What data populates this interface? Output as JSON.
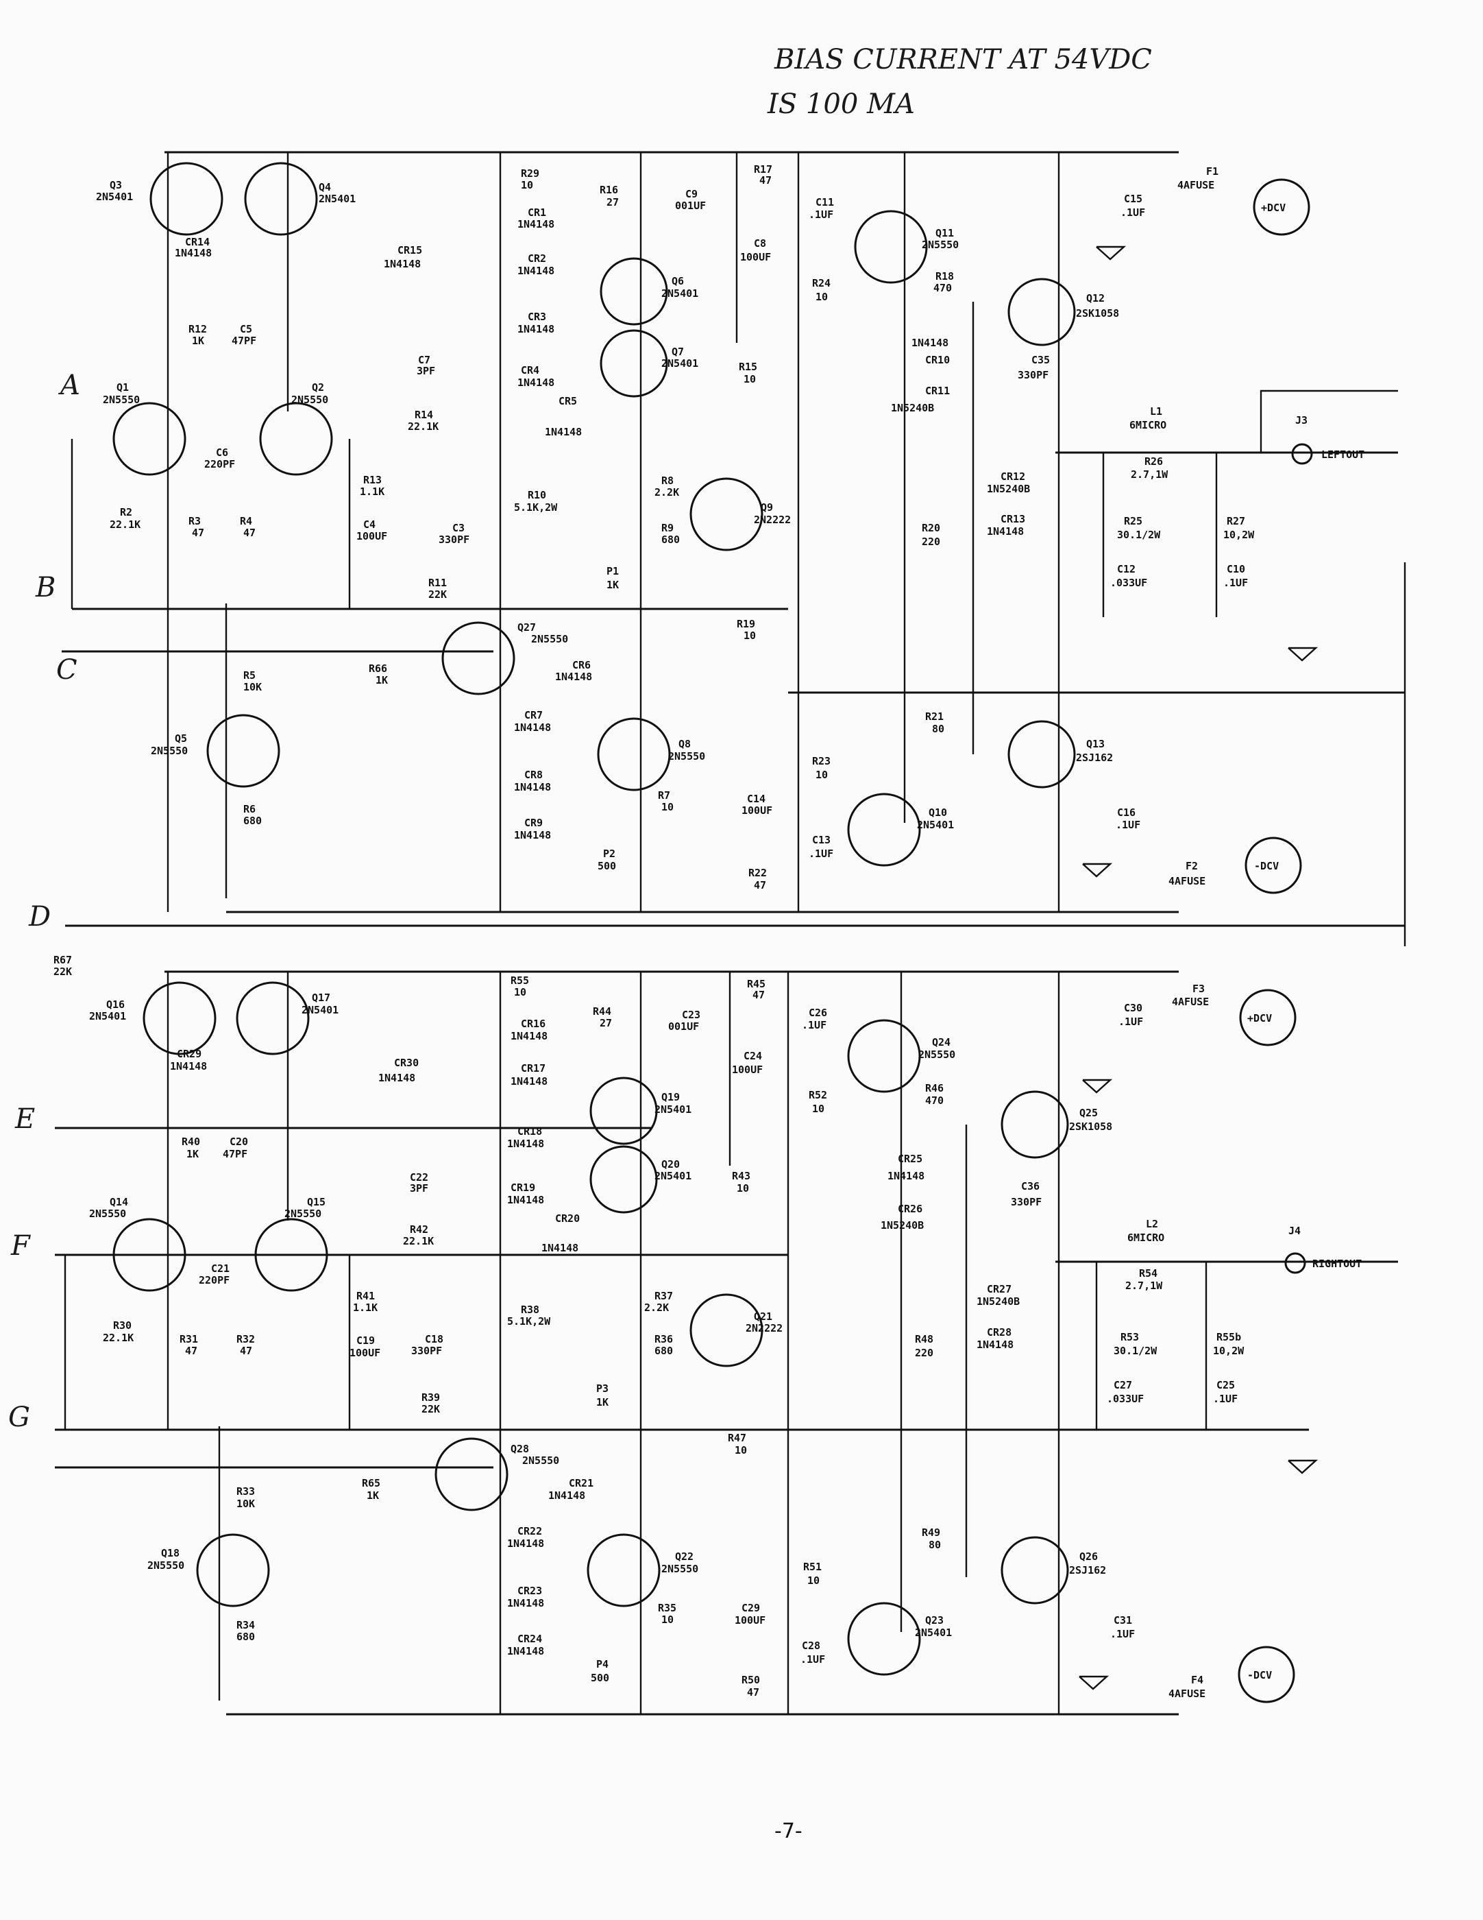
{
  "note": {
    "line1": "BIAS CURRENT AT 54VDC",
    "line2": "IS 100 MA"
  },
  "page_number": "-7-",
  "edge_letters": [
    "A",
    "B",
    "C",
    "D",
    "E",
    "F",
    "G"
  ],
  "channel_left": {
    "output": {
      "jack": "J3",
      "label": "LEFTOUT"
    },
    "supply": {
      "pos_fuse": {
        "ref": "F1",
        "value": "4AFUSE"
      },
      "neg_fuse": {
        "ref": "F2",
        "value": "4AFUSE"
      },
      "pos_rail": "+DCV",
      "neg_rail": "-DCV"
    },
    "components": [
      {
        "ref": "Q3",
        "value": "2N5401"
      },
      {
        "ref": "Q4",
        "value": "2N5401"
      },
      {
        "ref": "CR14",
        "value": "1N4148"
      },
      {
        "ref": "R12",
        "value": "1K"
      },
      {
        "ref": "C5",
        "value": "47PF"
      },
      {
        "ref": "Q1",
        "value": "2N5550"
      },
      {
        "ref": "Q2",
        "value": "2N5550"
      },
      {
        "ref": "C6",
        "value": "220PF"
      },
      {
        "ref": "R2",
        "value": "22.1K"
      },
      {
        "ref": "R3",
        "value": "47"
      },
      {
        "ref": "R4",
        "value": "47"
      },
      {
        "ref": "R13",
        "value": "1.1K"
      },
      {
        "ref": "C4",
        "value": "100UF"
      },
      {
        "ref": "C7",
        "value": "3PF"
      },
      {
        "ref": "R14",
        "value": "22.1K"
      },
      {
        "ref": "C3",
        "value": "330PF"
      },
      {
        "ref": "R11",
        "value": "22K"
      },
      {
        "ref": "R5",
        "value": "10K"
      },
      {
        "ref": "Q5",
        "value": "2N5550"
      },
      {
        "ref": "R6",
        "value": "680"
      },
      {
        "ref": "R29",
        "value": "10"
      },
      {
        "ref": "CR1",
        "value": "1N4148"
      },
      {
        "ref": "CR15",
        "value": "1N4148"
      },
      {
        "ref": "CR2",
        "value": "1N4148"
      },
      {
        "ref": "CR3",
        "value": "1N4148"
      },
      {
        "ref": "CR4",
        "value": "1N4148"
      },
      {
        "ref": "CR5",
        "value": "1N4148"
      },
      {
        "ref": "R10",
        "value": "5.1K,2W"
      },
      {
        "ref": "Q27",
        "value": "2N5550"
      },
      {
        "ref": "R66",
        "value": "1K"
      },
      {
        "ref": "CR6",
        "value": "1N4148"
      },
      {
        "ref": "CR7",
        "value": "1N4148"
      },
      {
        "ref": "CR8",
        "value": "1N4148"
      },
      {
        "ref": "CR9",
        "value": "1N4148"
      },
      {
        "ref": "R16",
        "value": "27"
      },
      {
        "ref": "C9",
        "value": "001UF"
      },
      {
        "ref": "Q6",
        "value": "2N5401"
      },
      {
        "ref": "Q7",
        "value": "2N5401"
      },
      {
        "ref": "R8",
        "value": "2.2K"
      },
      {
        "ref": "R9",
        "value": "680"
      },
      {
        "ref": "P1",
        "value": "1K"
      },
      {
        "ref": "Q9",
        "value": "2N2222"
      },
      {
        "ref": "Q8",
        "value": "2N5550"
      },
      {
        "ref": "R7",
        "value": "10"
      },
      {
        "ref": "P2",
        "value": "500"
      },
      {
        "ref": "R17",
        "value": "47"
      },
      {
        "ref": "C11",
        "value": ".1UF"
      },
      {
        "ref": "C8",
        "value": "100UF"
      },
      {
        "ref": "R24",
        "value": "10"
      },
      {
        "ref": "R15",
        "value": "10"
      },
      {
        "ref": "R19",
        "value": "10"
      },
      {
        "ref": "C14",
        "value": "100UF"
      },
      {
        "ref": "R23",
        "value": "10"
      },
      {
        "ref": "C13",
        "value": ".1UF"
      },
      {
        "ref": "R22",
        "value": "47"
      },
      {
        "ref": "Q11",
        "value": "2N5550"
      },
      {
        "ref": "R18",
        "value": "470"
      },
      {
        "ref": "Q12",
        "value": "2SK1058"
      },
      {
        "ref": "CR10",
        "value": "1N4148"
      },
      {
        "ref": "CR11",
        "value": "1N5240B"
      },
      {
        "ref": "C35",
        "value": "330PF"
      },
      {
        "ref": "CR12",
        "value": "1N5240B"
      },
      {
        "ref": "CR13",
        "value": "1N4148"
      },
      {
        "ref": "R20",
        "value": "220"
      },
      {
        "ref": "R21",
        "value": "80"
      },
      {
        "ref": "Q13",
        "value": "2SJ162"
      },
      {
        "ref": "Q10",
        "value": "2N5401"
      },
      {
        "ref": "C15",
        "value": ".1UF"
      },
      {
        "ref": "C16",
        "value": ".1UF"
      },
      {
        "ref": "L1",
        "value": "6MICRO"
      },
      {
        "ref": "R26",
        "value": "2.7,1W"
      },
      {
        "ref": "R25",
        "value": "30.1/2W"
      },
      {
        "ref": "R27",
        "value": "10,2W"
      },
      {
        "ref": "C12",
        "value": ".033UF"
      },
      {
        "ref": "C10",
        "value": ".1UF"
      }
    ]
  },
  "channel_right": {
    "output": {
      "jack": "J4",
      "label": "RIGHTOUT"
    },
    "supply": {
      "pos_fuse": {
        "ref": "F3",
        "value": "4AFUSE"
      },
      "neg_fuse": {
        "ref": "F4",
        "value": "4AFUSE"
      },
      "pos_rail": "+DCV",
      "neg_rail": "-DCV"
    },
    "components": [
      {
        "ref": "R67",
        "value": "22K"
      },
      {
        "ref": "Q16",
        "value": "2N5401"
      },
      {
        "ref": "Q17",
        "value": "2N5401"
      },
      {
        "ref": "CR29",
        "value": "1N4148"
      },
      {
        "ref": "R40",
        "value": "1K"
      },
      {
        "ref": "C20",
        "value": "47PF"
      },
      {
        "ref": "Q14",
        "value": "2N5550"
      },
      {
        "ref": "Q15",
        "value": "2N5550"
      },
      {
        "ref": "C21",
        "value": "220PF"
      },
      {
        "ref": "R30",
        "value": "22.1K"
      },
      {
        "ref": "R31",
        "value": "47"
      },
      {
        "ref": "R32",
        "value": "47"
      },
      {
        "ref": "R41",
        "value": "1.1K"
      },
      {
        "ref": "C19",
        "value": "100UF"
      },
      {
        "ref": "C22",
        "value": "3PF"
      },
      {
        "ref": "R42",
        "value": "22.1K"
      },
      {
        "ref": "C18",
        "value": "330PF"
      },
      {
        "ref": "R39",
        "value": "22K"
      },
      {
        "ref": "R33",
        "value": "10K"
      },
      {
        "ref": "Q18",
        "value": "2N5550"
      },
      {
        "ref": "R34",
        "value": "680"
      },
      {
        "ref": "R55",
        "value": "10"
      },
      {
        "ref": "CR16",
        "value": "1N4148"
      },
      {
        "ref": "CR30",
        "value": "1N4148"
      },
      {
        "ref": "CR17",
        "value": "1N4148"
      },
      {
        "ref": "CR18",
        "value": "1N4148"
      },
      {
        "ref": "CR19",
        "value": "1N4148"
      },
      {
        "ref": "CR20",
        "value": "1N4148"
      },
      {
        "ref": "R38",
        "value": "5.1K,2W"
      },
      {
        "ref": "Q28",
        "value": "2N5550"
      },
      {
        "ref": "R65",
        "value": "1K"
      },
      {
        "ref": "CR21",
        "value": "1N4148"
      },
      {
        "ref": "CR22",
        "value": "1N4148"
      },
      {
        "ref": "CR23",
        "value": "1N4148"
      },
      {
        "ref": "CR24",
        "value": "1N4148"
      },
      {
        "ref": "R44",
        "value": "27"
      },
      {
        "ref": "C23",
        "value": "001UF"
      },
      {
        "ref": "Q19",
        "value": "2N5401"
      },
      {
        "ref": "Q20",
        "value": "2N5401"
      },
      {
        "ref": "R37",
        "value": "2.2K"
      },
      {
        "ref": "R36",
        "value": "680"
      },
      {
        "ref": "P3",
        "value": "1K"
      },
      {
        "ref": "Q21",
        "value": "2N2222"
      },
      {
        "ref": "Q22",
        "value": "2N5550"
      },
      {
        "ref": "R35",
        "value": "10"
      },
      {
        "ref": "P4",
        "value": "500"
      },
      {
        "ref": "R45",
        "value": "47"
      },
      {
        "ref": "C26",
        "value": ".1UF"
      },
      {
        "ref": "C24",
        "value": "100UF"
      },
      {
        "ref": "R52",
        "value": "10"
      },
      {
        "ref": "R43",
        "value": "10"
      },
      {
        "ref": "R47",
        "value": "10"
      },
      {
        "ref": "C29",
        "value": "100UF"
      },
      {
        "ref": "R51",
        "value": "10"
      },
      {
        "ref": "C28",
        "value": ".1UF"
      },
      {
        "ref": "R50",
        "value": "47"
      },
      {
        "ref": "Q24",
        "value": "2N5550"
      },
      {
        "ref": "R46",
        "value": "470"
      },
      {
        "ref": "Q25",
        "value": "2SK1058"
      },
      {
        "ref": "CR25",
        "value": "1N4148"
      },
      {
        "ref": "CR26",
        "value": "1N5240B"
      },
      {
        "ref": "C36",
        "value": "330PF"
      },
      {
        "ref": "CR27",
        "value": "1N5240B"
      },
      {
        "ref": "CR28",
        "value": "1N4148"
      },
      {
        "ref": "R48",
        "value": "220"
      },
      {
        "ref": "R49",
        "value": "80"
      },
      {
        "ref": "Q26",
        "value": "2SJ162"
      },
      {
        "ref": "Q23",
        "value": "2N5401"
      },
      {
        "ref": "C30",
        "value": ".1UF"
      },
      {
        "ref": "C31",
        "value": ".1UF"
      },
      {
        "ref": "L2",
        "value": "6MICRO"
      },
      {
        "ref": "R54",
        "value": "2.7,1W"
      },
      {
        "ref": "R53",
        "value": "30.1/2W"
      },
      {
        "ref": "R55b",
        "value": "10,2W"
      },
      {
        "ref": "C27",
        "value": ".033UF"
      },
      {
        "ref": "C25",
        "value": ".1UF"
      }
    ]
  }
}
